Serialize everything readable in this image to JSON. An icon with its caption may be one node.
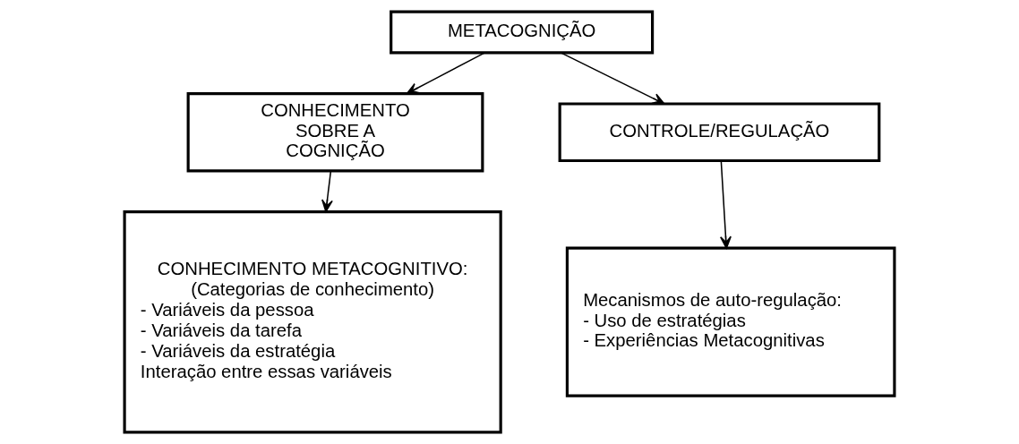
{
  "diagram": {
    "nodes": [
      {
        "text": [
          "METACOGNIÇÃO"
        ]
      },
      {
        "text": [
          "CONHECIMENTO SOBRE A COGNIÇÃO"
        ]
      },
      {
        "text": [
          "CONTROLE/REGULAÇÃO"
        ]
      },
      {
        "text": [
          "CONHECIMENTO METACOGNITIVO: (Categorias de conhecimento)",
          "- Variáveis da pessoa",
          "- Variáveis da tarefa",
          "- Variáveis da estratégia",
          "Interação entre essas variáveis"
        ]
      },
      {
        "text": [
          "Mecanismos de auto-regulação:",
          "- Uso de estratégias",
          "- Experiências Metacognitivas"
        ]
      }
    ],
    "edges": [
      {
        "from": 0,
        "to": 1,
        "arrow": "to"
      },
      {
        "from": 0,
        "to": 2,
        "arrow": "to"
      },
      {
        "from": 1,
        "to": 3,
        "arrow": "to"
      },
      {
        "from": 2,
        "to": 4,
        "arrow": "to"
      }
    ]
  }
}
